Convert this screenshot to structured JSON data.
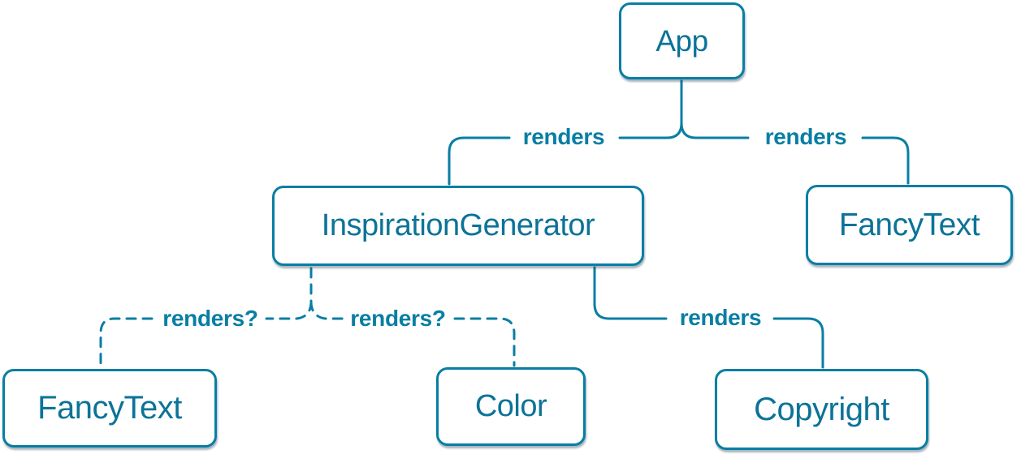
{
  "diagram": {
    "type": "component-render-tree",
    "nodes": {
      "app": {
        "label": "App"
      },
      "inspiration_generator": {
        "label": "InspirationGenerator"
      },
      "fancy_text_top": {
        "label": "FancyText"
      },
      "fancy_text_bottom": {
        "label": "FancyText"
      },
      "color": {
        "label": "Color"
      },
      "copyright": {
        "label": "Copyright"
      }
    },
    "edges": [
      {
        "from": "App",
        "to": "InspirationGenerator",
        "label": "renders",
        "style": "solid"
      },
      {
        "from": "App",
        "to": "FancyText",
        "label": "renders",
        "style": "solid"
      },
      {
        "from": "InspirationGenerator",
        "to": "FancyText",
        "label": "renders?",
        "style": "dashed"
      },
      {
        "from": "InspirationGenerator",
        "to": "Color",
        "label": "renders?",
        "style": "dashed"
      },
      {
        "from": "InspirationGenerator",
        "to": "Copyright",
        "label": "renders",
        "style": "solid"
      }
    ],
    "colors": {
      "accent": "#087ea4",
      "node_text": "#0c7397",
      "node_fill": "#ffffff",
      "background": "#ffffff"
    }
  }
}
